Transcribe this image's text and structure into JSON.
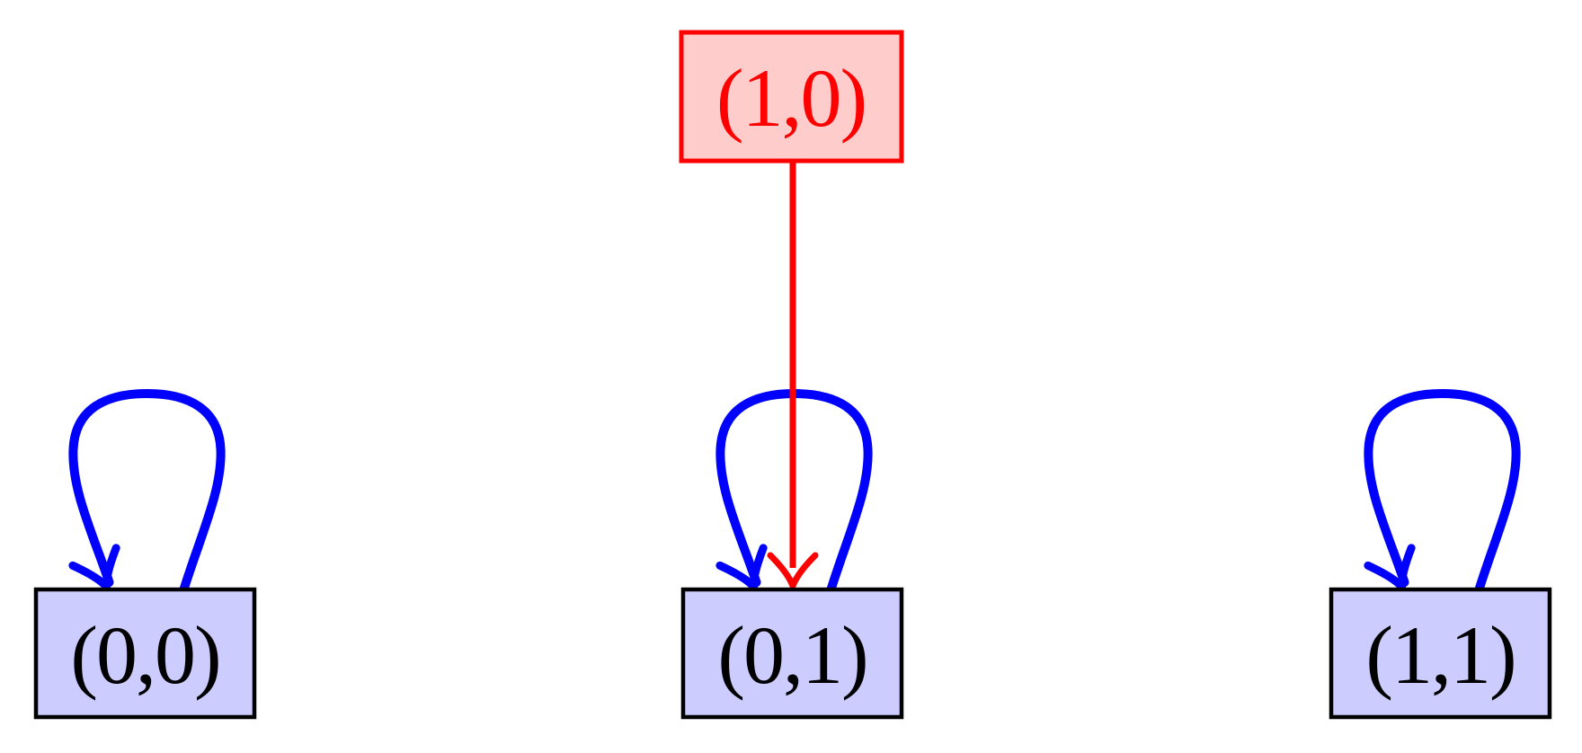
{
  "diagram": {
    "type": "state-transition-graph",
    "background": "#ffffff",
    "colors": {
      "red": "#ff0000",
      "red_node_fill": "#ffcccc",
      "blue": "#0000ff",
      "blue_node_fill": "#ccccff",
      "node_border": "#000000",
      "label_black": "#000000"
    },
    "nodes": [
      {
        "label": "(1,0)",
        "style": "red",
        "position": "top-center"
      },
      {
        "label": "(0,0)",
        "style": "blue",
        "position": "bottom-left"
      },
      {
        "label": "(0,1)",
        "style": "blue",
        "position": "bottom-center"
      },
      {
        "label": "(1,1)",
        "style": "blue",
        "position": "bottom-right"
      }
    ],
    "edges": [
      {
        "from": "(1,0)",
        "to": "(0,1)",
        "color": "red",
        "kind": "straight-arrow-down"
      },
      {
        "from": "(0,0)",
        "to": "(0,0)",
        "color": "blue",
        "kind": "self-loop-above"
      },
      {
        "from": "(0,1)",
        "to": "(0,1)",
        "color": "blue",
        "kind": "self-loop-above"
      },
      {
        "from": "(1,1)",
        "to": "(1,1)",
        "color": "blue",
        "kind": "self-loop-above"
      }
    ]
  }
}
